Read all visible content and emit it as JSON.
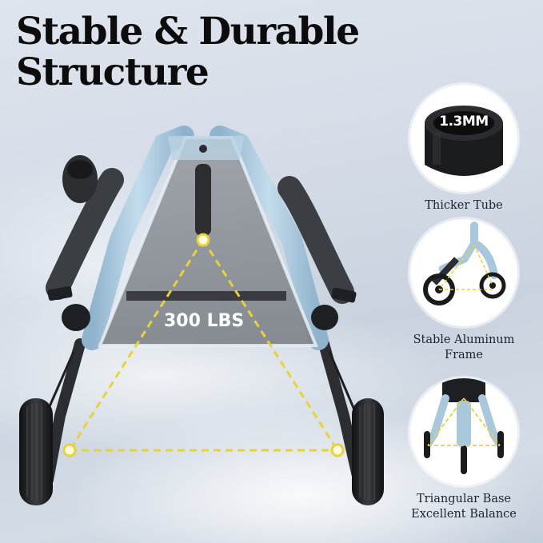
{
  "headline": {
    "line1": "Stable & Durable",
    "line2": "Structure"
  },
  "main_image": {
    "subject": "rollator walker top-down view",
    "load_label": "300 LBS",
    "triangle_color": "#e8d23a",
    "frame_color": "#a9c8dc"
  },
  "features": [
    {
      "icon": "tube-icon",
      "badge": "1.3MM",
      "caption_lines": [
        "Thicker Tube"
      ]
    },
    {
      "icon": "aluminum-frame-icon",
      "caption_lines": [
        "Stable Aluminum",
        "Frame"
      ]
    },
    {
      "icon": "triangular-base-icon",
      "caption_lines": [
        "Triangular Base",
        "Excellent Balance"
      ]
    }
  ],
  "colors": {
    "background": "#d6dde8",
    "headline": "#0c0c0c",
    "accent_yellow": "#e8d23a",
    "frame_blue": "#a9c8dc",
    "dark_parts": "#2b2d31"
  }
}
